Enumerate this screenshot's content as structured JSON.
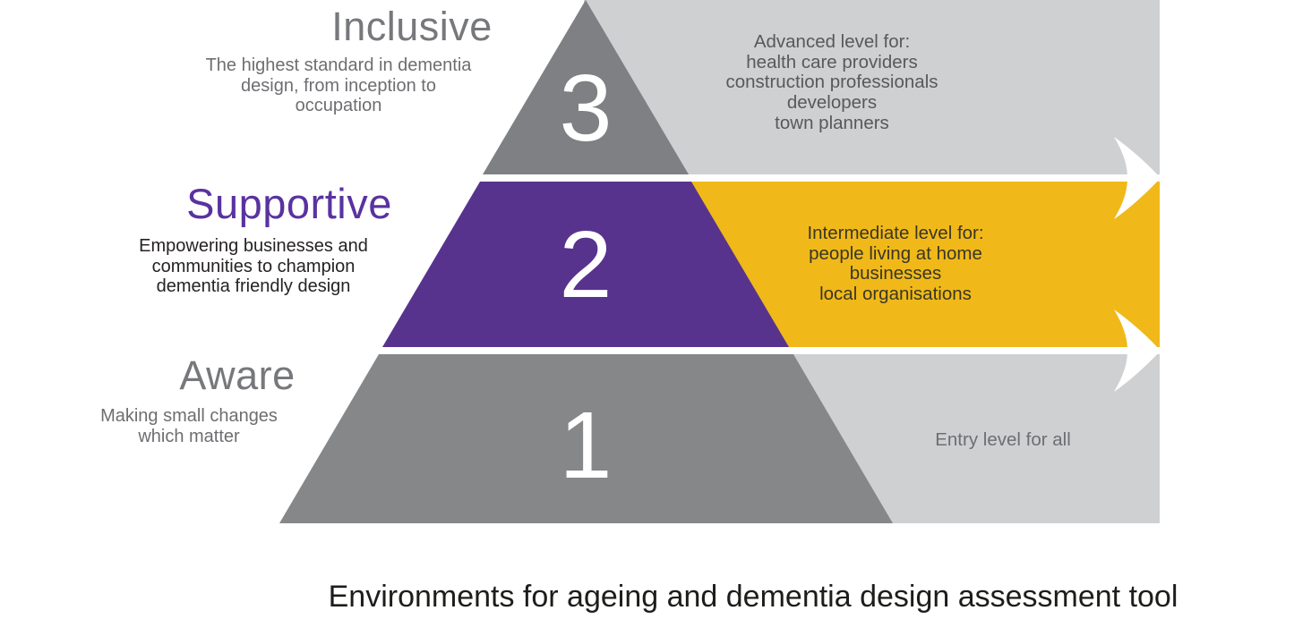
{
  "caption": "Environments for ageing and dementia design assessment tool",
  "colors": {
    "band_light_gray": "#cfd0d2",
    "band_yellow": "#f0b919",
    "pyramid_gray_top": "#7e8083",
    "pyramid_purple": "#57338e",
    "pyramid_gray_bottom": "#858789",
    "heading_gray": "#77787b",
    "heading_purple": "#5a32a0",
    "subtext_gray": "#6d6e71",
    "subtext_dark": "#262223",
    "band_text_gray": "#58595b",
    "arrow_white": "#ffffff"
  },
  "levels": [
    {
      "number": "3",
      "name": "Inclusive",
      "desc_lines": [
        "The highest standard in dementia",
        "design, from inception to occupation"
      ],
      "audience_lines": [
        "Advanced level for:",
        "health care providers",
        "construction professionals",
        "developers",
        "town planners"
      ]
    },
    {
      "number": "2",
      "name": "Supportive",
      "desc_lines": [
        "Empowering businesses and",
        "communities to champion",
        "dementia friendly design"
      ],
      "audience_lines": [
        "Intermediate level for:",
        "people living at home",
        "businesses",
        "local organisations"
      ]
    },
    {
      "number": "1",
      "name": "Aware",
      "desc_lines": [
        "Making small changes",
        "which matter"
      ],
      "audience_lines": [
        "Entry level for all"
      ]
    }
  ]
}
